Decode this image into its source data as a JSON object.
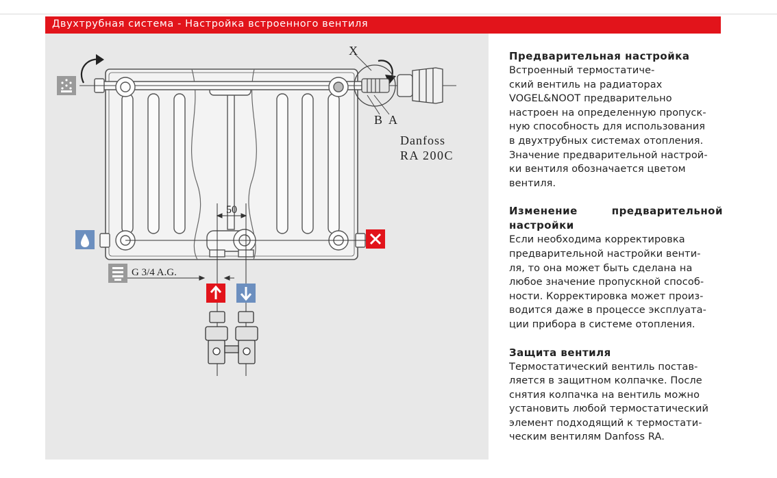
{
  "header": {
    "title": "Двухтрубная система - Настройка встроенного вентиля"
  },
  "diagram": {
    "label_x": "X",
    "label_b": "B",
    "label_a": "A",
    "valve_brand": "Danfoss",
    "valve_model": "RA 200C",
    "dimension_50": "50",
    "thread_label": "G 3/4 A.G."
  },
  "colors": {
    "accent_red": "#e2141b",
    "accent_blue": "#6c8fbf",
    "panel_gray": "#e8e8e8",
    "icon_gray": "#9a9a9a"
  },
  "sections": [
    {
      "title": "Предварительная настройка",
      "body": "Встроенный термостатиче-\nский вентиль на радиаторах\nVOGEL&NOOT предварительно\nнастроен на определенную пропуск-\nную способность для использования\nв двухтрубных системах отопления.\nЗначение предварительной настрой-\nки вентиля обозначается цветом\nвентиля."
    },
    {
      "title": "Изменение предварительной настройки",
      "body": "Если необходима корректировка\nпредварительной настройки венти-\nля, то она может быть сделана на\nлюбое значение пропускной способ-\nности. Корректировка может произ-\nводится даже в процессе эксплуата-\nции прибора в системе отопления."
    },
    {
      "title": "Защита вентиля",
      "body": "Термостатический вентиль постав-\nляется в защитном колпачке. После\nснятия колпачка на вентиль можно\nустановить любой термостатический\nэлемент подходящий к термостати-\nческим вентилям Danfoss RA."
    }
  ]
}
